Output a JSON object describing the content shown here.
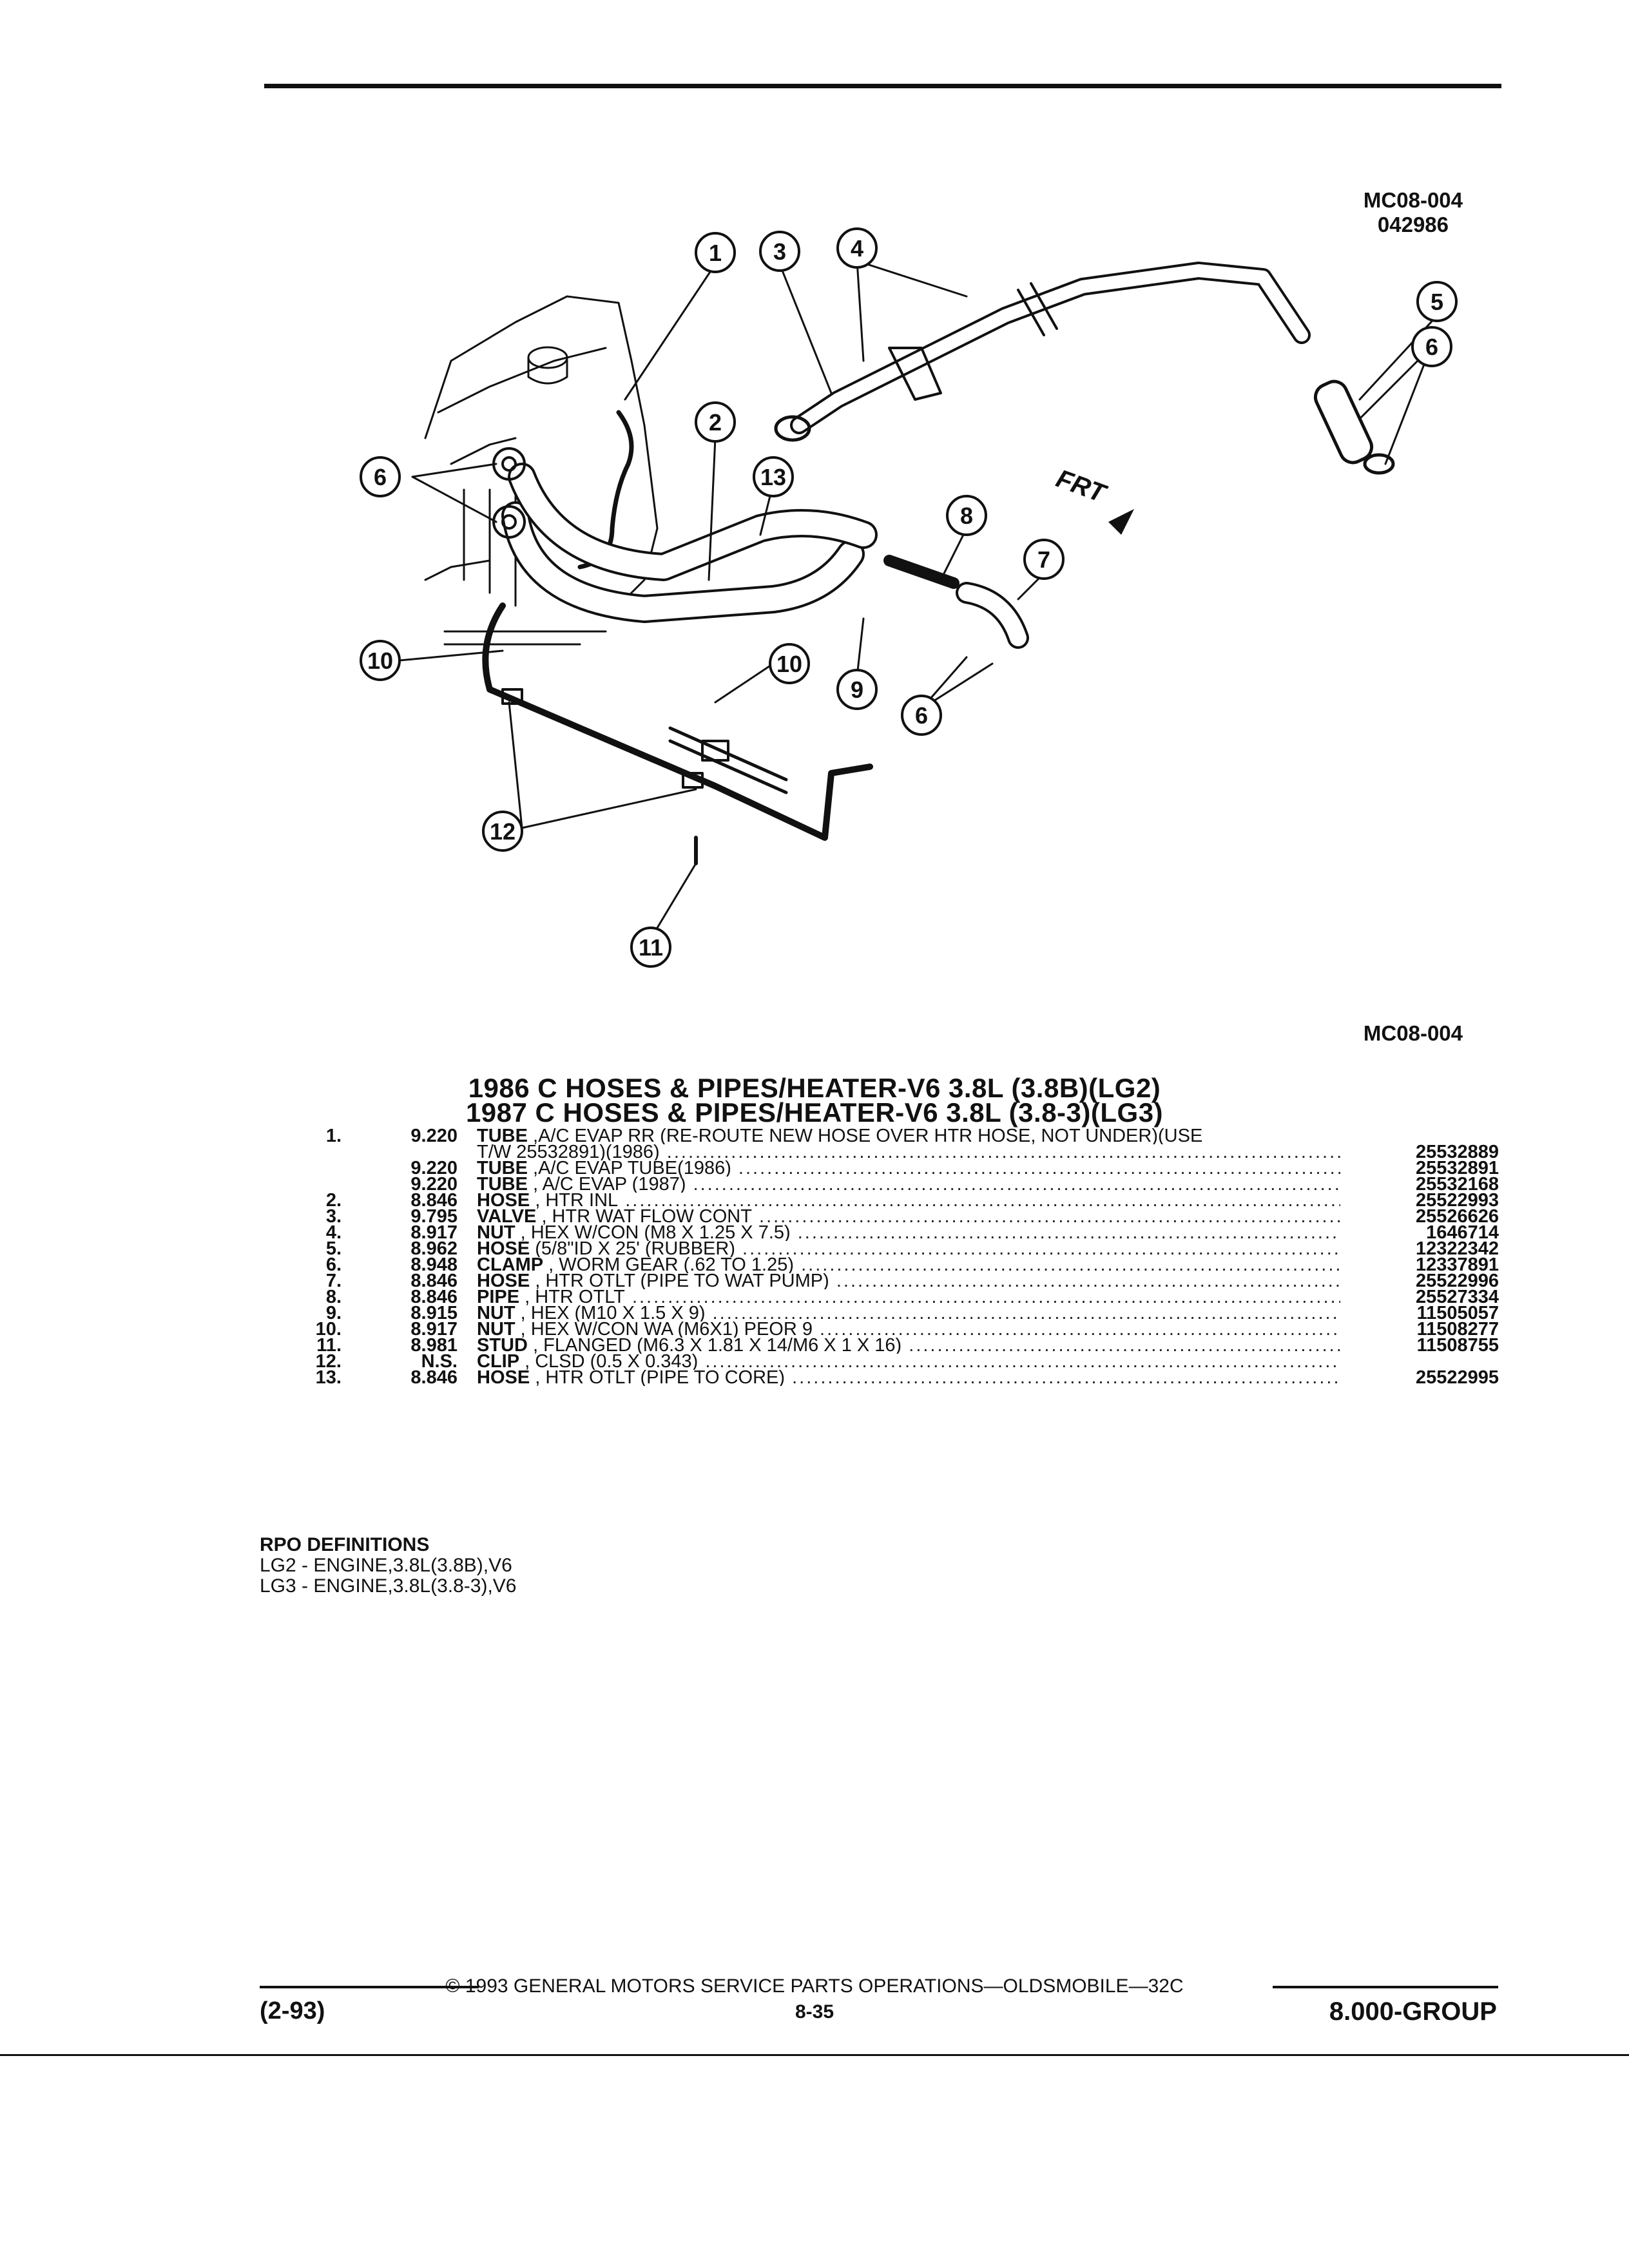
{
  "header": {
    "figure_code": "MC08-004",
    "figure_date": "042986"
  },
  "diagram": {
    "callouts": [
      "1",
      "2",
      "3",
      "4",
      "5",
      "6",
      "6",
      "6",
      "7",
      "8",
      "9",
      "10",
      "10",
      "11",
      "12",
      "13"
    ],
    "direction_label": "FRT",
    "caption_code": "MC08-004"
  },
  "titles": [
    "1986 C HOSES & PIPES/HEATER-V6 3.8L (3.8B)(LG2)",
    "1987 C HOSES & PIPES/HEATER-V6 3.8L (3.8-3)(LG3)"
  ],
  "parts": [
    {
      "num": "1.",
      "group": "9.220",
      "name": "TUBE",
      "desc": " ,A/C EVAP RR (RE-ROUTE NEW HOSE OVER HTR HOSE, NOT UNDER)(USE",
      "part": ""
    },
    {
      "num": "",
      "group": "",
      "name": "",
      "desc": "T/W 25532891)(1986)",
      "part": "25532889"
    },
    {
      "num": "",
      "group": "9.220",
      "name": "TUBE",
      "desc": " ,A/C EVAP TUBE(1986)",
      "part": "25532891"
    },
    {
      "num": "",
      "group": "9.220",
      "name": "TUBE",
      "desc": " , A/C EVAP (1987)",
      "part": "25532168"
    },
    {
      "num": "2.",
      "group": "8.846",
      "name": "HOSE",
      "desc": " , HTR INL",
      "part": "25522993"
    },
    {
      "num": "3.",
      "group": "9.795",
      "name": "VALVE",
      "desc": " , HTR WAT FLOW CONT",
      "part": "25526626"
    },
    {
      "num": "4.",
      "group": "8.917",
      "name": "NUT",
      "desc": " , HEX W/CON (M8 X 1.25 X 7.5)",
      "part": "1646714"
    },
    {
      "num": "5.",
      "group": "8.962",
      "name": "HOSE",
      "desc": " (5/8\"ID X 25' (RUBBER)",
      "part": "12322342"
    },
    {
      "num": "6.",
      "group": "8.948",
      "name": "CLAMP",
      "desc": " , WORM GEAR (.62 TO 1.25)",
      "part": "12337891"
    },
    {
      "num": "7.",
      "group": "8.846",
      "name": "HOSE",
      "desc": " , HTR OTLT (PIPE TO WAT PUMP)",
      "part": "25522996"
    },
    {
      "num": "8.",
      "group": "8.846",
      "name": "PIPE",
      "desc": " , HTR OTLT",
      "part": "25527334"
    },
    {
      "num": "9.",
      "group": "8.915",
      "name": "NUT",
      "desc": " , HEX (M10 X 1.5 X 9)",
      "part": "11505057"
    },
    {
      "num": "10.",
      "group": "8.917",
      "name": "NUT",
      "desc": " , HEX W/CON WA (M6X1) PEOR 9",
      "part": "11508277"
    },
    {
      "num": "11.",
      "group": "8.981",
      "name": "STUD",
      "desc": " , FLANGED (M6.3 X 1.81 X 14/M6 X 1 X 16)",
      "part": "11508755"
    },
    {
      "num": "12.",
      "group": "N.S.",
      "name": "CLIP",
      "desc": " , CLSD (0.5 X 0.343)",
      "part": ""
    },
    {
      "num": "13.",
      "group": "8.846",
      "name": "HOSE",
      "desc": " , HTR OTLT (PIPE TO CORE)",
      "part": "25522995"
    }
  ],
  "rpo": {
    "heading": "RPO DEFINITIONS",
    "items": [
      "LG2 - ENGINE,3.8L(3.8B),V6",
      "LG3 - ENGINE,3.8L(3.8-3),V6"
    ]
  },
  "footer": {
    "copyright": "© 1993 GENERAL MOTORS SERVICE PARTS OPERATIONS—OLDSMOBILE—32C",
    "date_code": "(2-93)",
    "page": "8-35",
    "group": "8.000-GROUP"
  }
}
